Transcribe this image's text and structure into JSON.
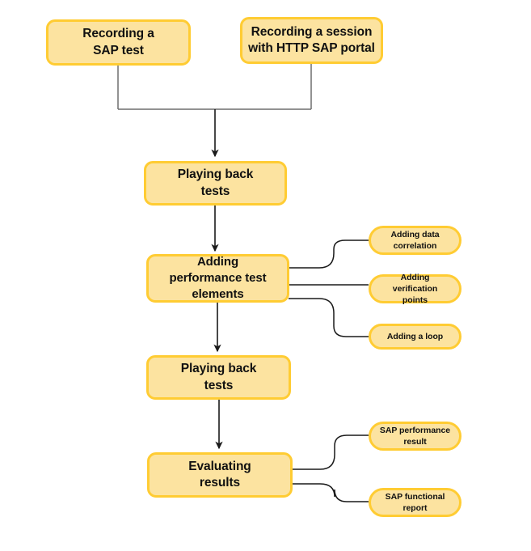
{
  "diagram": {
    "type": "flowchart",
    "title": "SAP performance testing workflow",
    "background_color": "#ffffff",
    "node_fill_color": "#fce3a0",
    "node_border_color": "#ffcc33",
    "connector_color": "#1a1a1a",
    "merge_connector_color": "#6e6e6e"
  },
  "nodes": {
    "record_sap_test": {
      "label": "Recording a\nSAP test"
    },
    "record_http_session": {
      "label": "Recording a session\nwith HTTP SAP portal"
    },
    "playback_tests_1": {
      "label": "Playing back\ntests"
    },
    "add_perf_elements": {
      "label": "Adding\nperformance test\nelements"
    },
    "playback_tests_2": {
      "label": "Playing back\ntests"
    },
    "evaluating_results": {
      "label": "Evaluating\nresults"
    },
    "adding_data_correlation": {
      "label": "Adding data\ncorrelation"
    },
    "adding_verification_points": {
      "label": "Adding verification\npoints"
    },
    "adding_a_loop": {
      "label": "Adding a loop"
    },
    "sap_performance_result": {
      "label": "SAP performance\nresult"
    },
    "sap_functional_report": {
      "label": "SAP functional\nreport"
    }
  }
}
